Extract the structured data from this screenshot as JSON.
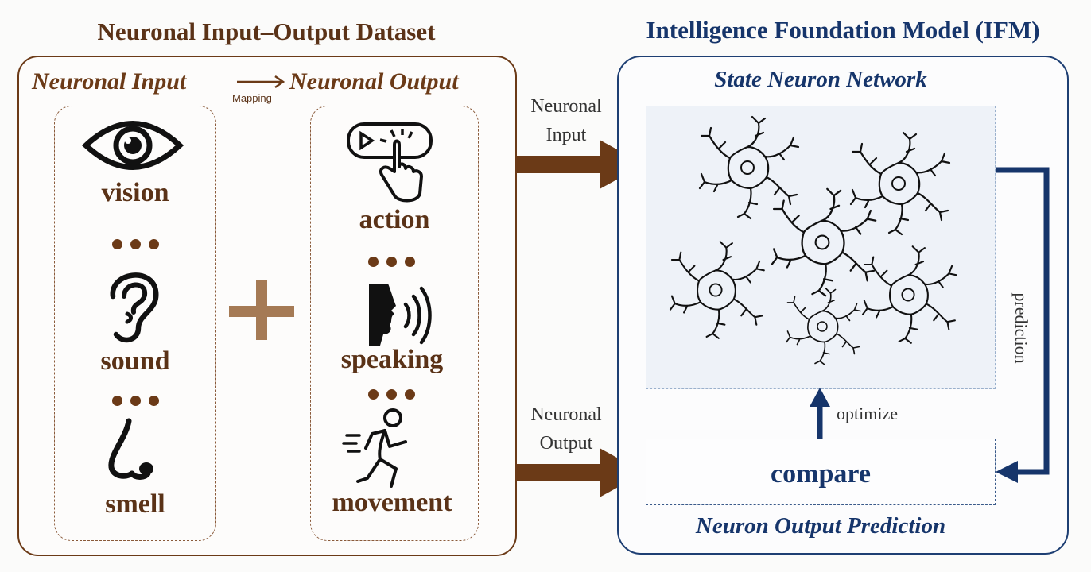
{
  "left": {
    "title": "Neuronal Input–Output Dataset",
    "input_heading": "Neuronal Input",
    "mapping_label": "Mapping",
    "output_heading": "Neuronal Output",
    "inputs": [
      "vision",
      "sound",
      "smell"
    ],
    "outputs": [
      "action",
      "speaking",
      "movement"
    ]
  },
  "connectors": {
    "input_label": [
      "Neuronal",
      "Input"
    ],
    "output_label": [
      "Neuronal",
      "Output"
    ]
  },
  "right": {
    "title": "Intelligence Foundation Model (IFM)",
    "network_heading": "State Neuron Network",
    "compare_label": "compare",
    "optimize_label": "optimize",
    "prediction_label": "prediction",
    "footer": "Neuron Output Prediction"
  },
  "colors": {
    "brown": "#6b3a17",
    "navy": "#16356b",
    "plus": "#a57a55"
  }
}
